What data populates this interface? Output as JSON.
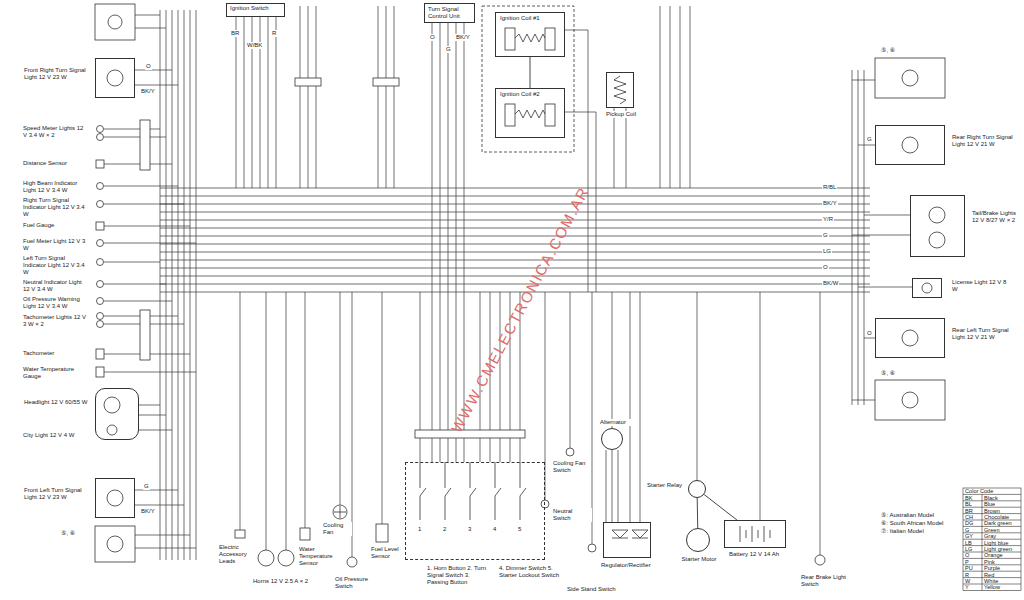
{
  "diagram": {
    "nodes": [
      {
        "text": [
          "Ignition Switch"
        ]
      },
      {
        "text": [
          "Turn Signal Control Unit"
        ]
      },
      {
        "text": [
          "Ignition Coil #1"
        ]
      },
      {
        "text": [
          "Ignition Coil #2"
        ]
      },
      {
        "text": [
          "Pickup Coil"
        ]
      },
      {
        "text": [
          "Front Right Turn Signal Light 12 V 23 W"
        ]
      },
      {
        "text": [
          "Headlight 12 V 60/55 W"
        ]
      },
      {
        "text": [
          "Front Left Turn Signal Light 12 V 23 W"
        ]
      },
      {
        "text": [
          "Rear Right Turn Signal Light 12 V 21 W"
        ]
      },
      {
        "text": [
          "Tail/Brake Lights 12 V 8/27 W × 2"
        ]
      },
      {
        "text": [
          "License Light 12 V 8 W"
        ]
      },
      {
        "text": [
          "Rear Left Turn Signal Light 12 V 21 W"
        ]
      },
      {
        "text": [
          "1. Horn Button 2. Turn Signal Switch 3. Passing Button",
          "4. Dimmer Switch 5. Starter Lockout Switch"
        ]
      },
      {
        "text": [
          "Alternator"
        ]
      },
      {
        "text": [
          "Regulator/Rectifier"
        ]
      },
      {
        "text": [
          "Starter Relay"
        ]
      },
      {
        "text": [
          "Starter Motor"
        ]
      },
      {
        "text": [
          "Battery 12 V 14 Ah"
        ]
      }
    ],
    "edges": [
      {
        "from": 2,
        "to": 3,
        "arrow": "none"
      },
      {
        "from": 15,
        "to": 16,
        "arrow": "none"
      },
      {
        "from": 17,
        "to": 15,
        "arrow": "none"
      }
    ],
    "labels": [
      "Speed Meter Lights 12 V 3.4 W × 2",
      "Distance Sensor",
      "High Beam Indicator Light 12 V 3.4 W",
      "Right Turn Signal Indicator Light 12 V 3.4 W",
      "Fuel Gauge",
      "Fuel Meter Light 12 V 3 W",
      "Left Turn Signal Indicator Light 12 V 3.4 W",
      "Neutral Indicator Light 12 V 3.4 W",
      "Oil Pressure Warning Light 12 V 3.4 W",
      "Tachometer Lights 12 V 3 W × 2",
      "Tachometer",
      "Water Temperature Gauge",
      "City Light 12 V 4 W",
      "⑤, ⑥",
      "⑤, ⑥",
      "⑤, ⑥",
      "Electric Accessory Leads",
      "Horns 12 V 2.5 A × 2",
      "Water Temperature Sensor",
      "Cooling Fan",
      "Oil Pressure Switch",
      "Fuel Level Sensor",
      "Neutral Switch",
      "Cooling Fan Switch",
      "Side Stand Switch",
      "Rear Brake Light Switch",
      "⑤: Australian Model",
      "⑥: South African Model",
      "⑦: Italian Model",
      "Color Code",
      "BK",
      "Black",
      "BL",
      "Blue",
      "BR",
      "Brown",
      "CH",
      "Chocolate",
      "DG",
      "Dark green",
      "G",
      "Green",
      "GY",
      "Gray",
      "LB",
      "Light blue",
      "LG",
      "Light green",
      "O",
      "Orange",
      "P",
      "Pink",
      "PU",
      "Purple",
      "R",
      "Red",
      "W",
      "White",
      "Y",
      "Yellow",
      "WWW.CMELECTRONICA.COM.AR",
      "1",
      "2",
      "3",
      "4",
      "5",
      "BR",
      "W/BK",
      "R",
      "O",
      "G",
      "BK/Y",
      "R/BL",
      "BK/Y",
      "Y/R",
      "G",
      "LG",
      "O",
      "BK/W",
      "O",
      "BK/Y",
      "G",
      "BK/Y",
      "G",
      "O"
    ]
  }
}
